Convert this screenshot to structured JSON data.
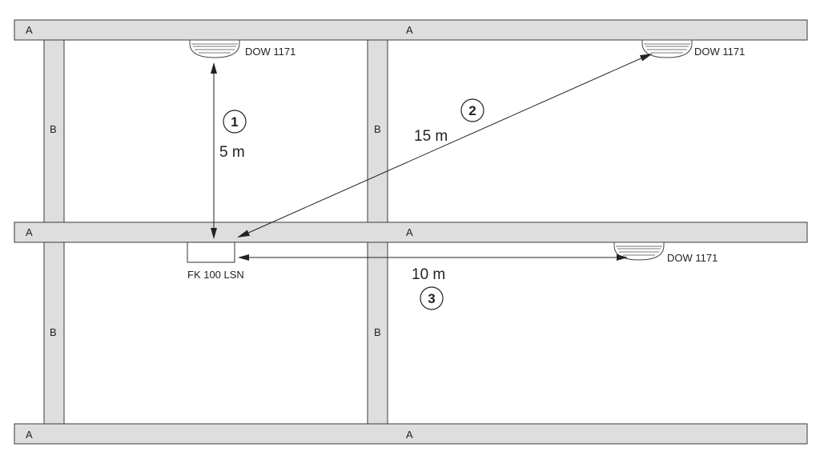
{
  "beam_labels": {
    "top_left": "A",
    "top_right": "A",
    "mid_left": "A",
    "mid_right": "A",
    "bottom_left": "A",
    "bottom_right": "A",
    "v_top_left": "B",
    "v_top_right": "B",
    "v_bottom_left": "B",
    "v_bottom_right": "B"
  },
  "detectors": [
    {
      "label": "DOW 1171"
    },
    {
      "label": "DOW 1171"
    },
    {
      "label": "DOW 1171"
    }
  ],
  "module": {
    "label": "FK 100 LSN"
  },
  "distances": [
    {
      "number": "1",
      "label": "5 m"
    },
    {
      "number": "2",
      "label": "15 m"
    },
    {
      "number": "3",
      "label": "10 m"
    }
  ]
}
